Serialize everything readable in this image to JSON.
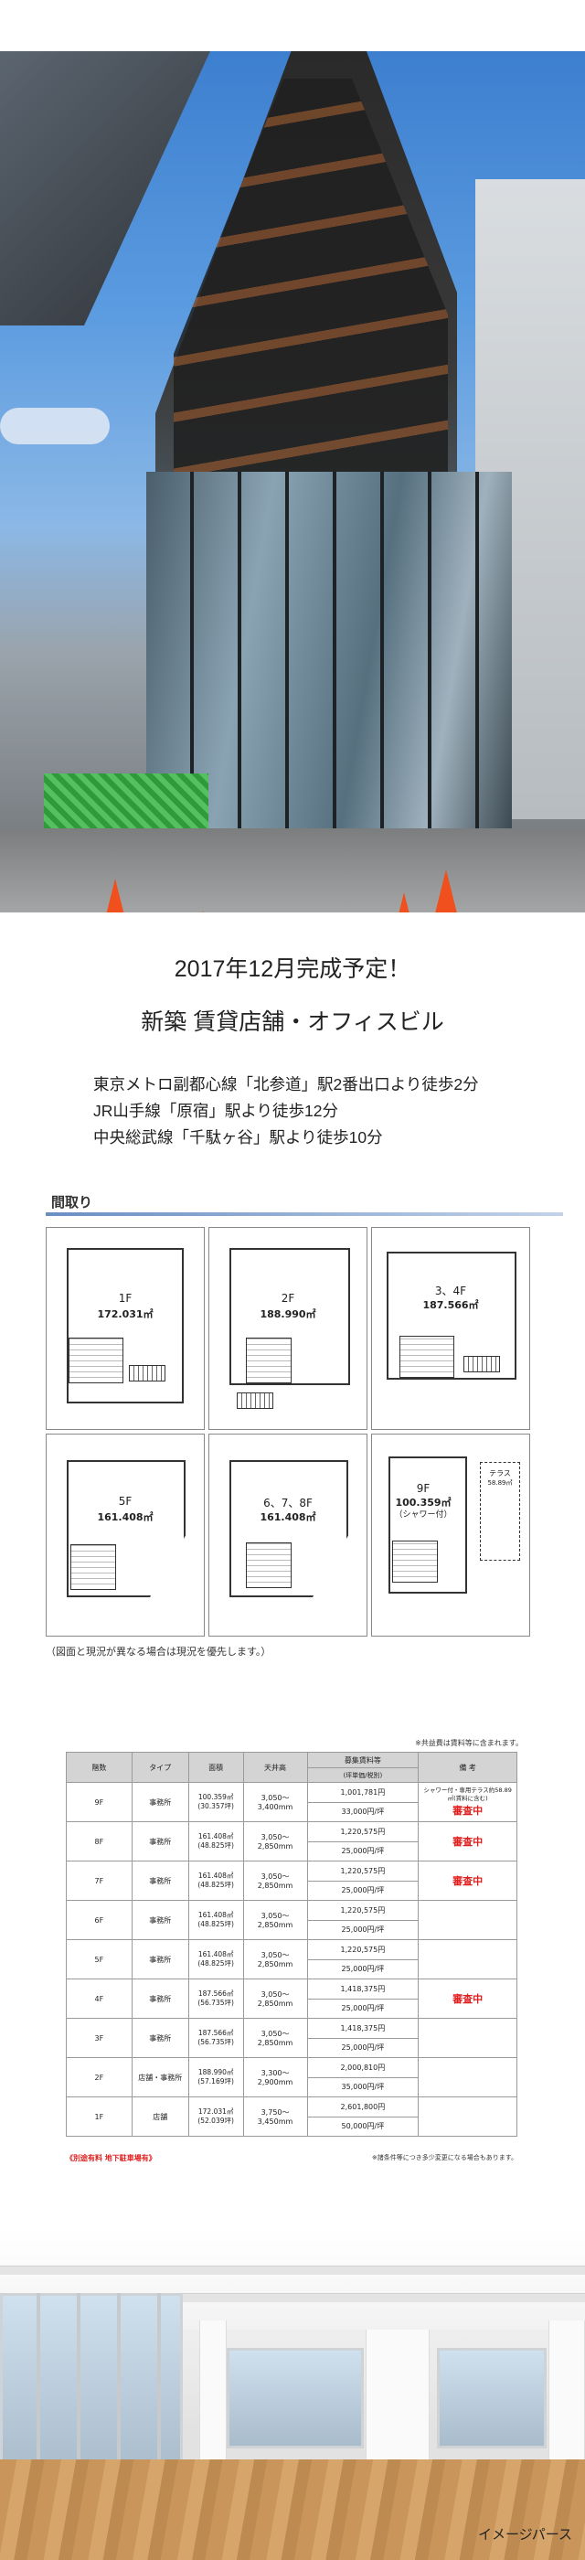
{
  "headline": {
    "line1": "2017年12月完成予定！",
    "line2": "新築 賃貸店舗・オフィスビル"
  },
  "access": [
    "東京メトロ副都心線「北参道」駅2番出口より徒歩2分",
    "JR山手線「原宿」駅より徒歩12分",
    "中央総武線「千駄ヶ谷」駅より徒歩10分"
  ],
  "floorplan_section": {
    "title": "間取り",
    "plans": [
      {
        "floor": "1F",
        "area": "172.031㎡"
      },
      {
        "floor": "2F",
        "area": "188.990㎡"
      },
      {
        "floor": "3、4F",
        "area": "187.566㎡"
      },
      {
        "floor": "5F",
        "area": "161.408㎡"
      },
      {
        "floor": "6、7、8F",
        "area": "161.408㎡"
      },
      {
        "floor": "9F",
        "area": "100.359㎡",
        "note": "（シャワー付）",
        "terrace_label": "テラス",
        "terrace_area": "58.89㎡"
      }
    ],
    "note": "（図面と現況が異なる場合は現況を優先します。）"
  },
  "rent_table": {
    "top_note": "※共益費は賃料等に含まれます。",
    "headers": {
      "floor": "階数",
      "type": "タイプ",
      "area": "面積",
      "ceiling": "天井高",
      "rent": "募集賃料等",
      "rent_sub": "(坪単価/税別)",
      "remarks": "備 考"
    },
    "rows": [
      {
        "floor": "9F",
        "type": "事務所",
        "area": "100.359㎡",
        "tsubo": "(30.357坪)",
        "ceiling": "3,050〜3,400mm",
        "rent": "1,001,781円",
        "unit": "33,000円/坪",
        "remarks": "シャワー付・専用テラス約58.89㎡(賃料に含む)",
        "status": "審査中"
      },
      {
        "floor": "8F",
        "type": "事務所",
        "area": "161.408㎡",
        "tsubo": "(48.825坪)",
        "ceiling": "3,050〜2,850mm",
        "rent": "1,220,575円",
        "unit": "25,000円/坪",
        "remarks": "",
        "status": "審査中"
      },
      {
        "floor": "7F",
        "type": "事務所",
        "area": "161.408㎡",
        "tsubo": "(48.825坪)",
        "ceiling": "3,050〜2,850mm",
        "rent": "1,220,575円",
        "unit": "25,000円/坪",
        "remarks": "",
        "status": "審査中"
      },
      {
        "floor": "6F",
        "type": "事務所",
        "area": "161.408㎡",
        "tsubo": "(48.825坪)",
        "ceiling": "3,050〜2,850mm",
        "rent": "1,220,575円",
        "unit": "25,000円/坪",
        "remarks": "",
        "status": ""
      },
      {
        "floor": "5F",
        "type": "事務所",
        "area": "161.408㎡",
        "tsubo": "(48.825坪)",
        "ceiling": "3,050〜2,850mm",
        "rent": "1,220,575円",
        "unit": "25,000円/坪",
        "remarks": "",
        "status": ""
      },
      {
        "floor": "4F",
        "type": "事務所",
        "area": "187.566㎡",
        "tsubo": "(56.735坪)",
        "ceiling": "3,050〜2,850mm",
        "rent": "1,418,375円",
        "unit": "25,000円/坪",
        "remarks": "",
        "status": "審査中"
      },
      {
        "floor": "3F",
        "type": "事務所",
        "area": "187.566㎡",
        "tsubo": "(56.735坪)",
        "ceiling": "3,050〜2,850mm",
        "rent": "1,418,375円",
        "unit": "25,000円/坪",
        "remarks": "",
        "status": ""
      },
      {
        "floor": "2F",
        "type": "店舗・事務所",
        "area": "188.990㎡",
        "tsubo": "(57.169坪)",
        "ceiling": "3,300〜2,900mm",
        "rent": "2,000,810円",
        "unit": "35,000円/坪",
        "remarks": "",
        "status": ""
      },
      {
        "floor": "1F",
        "type": "店舗",
        "area": "172.031㎡",
        "tsubo": "(52.039坪)",
        "ceiling": "3,750〜3,450mm",
        "rent": "2,601,800円",
        "unit": "50,000円/坪",
        "remarks": "",
        "status": ""
      }
    ],
    "foot_left": "《別途有料 地下駐車場有》",
    "foot_right": "※諸条件等につき多少変更になる場合もあります。"
  },
  "interior": {
    "caption": "イメージパース"
  },
  "colors": {
    "status_red": "#e01e1e",
    "section_line": "#6b8fc4",
    "table_header_bg": "#d4d4d4"
  }
}
